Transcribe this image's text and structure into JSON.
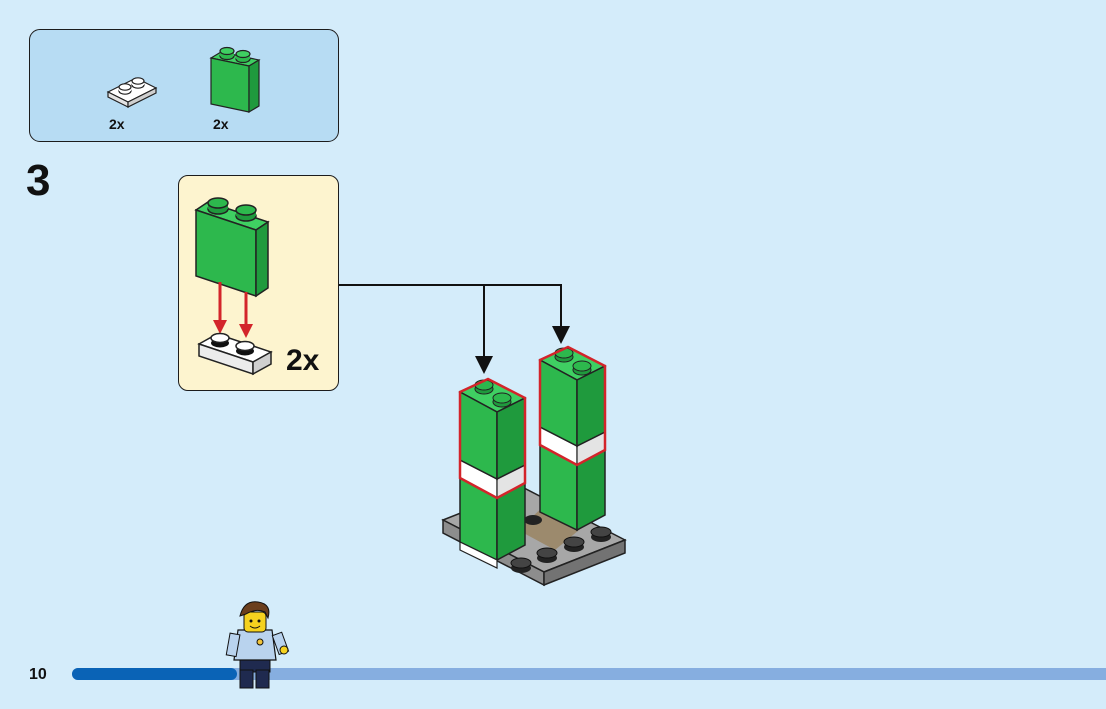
{
  "parts_list": {
    "items": [
      {
        "part": "white-plate-1x2-icon",
        "quantity": "2x"
      },
      {
        "part": "green-brick-1x2x2-icon",
        "quantity": "2x"
      }
    ]
  },
  "step": {
    "number": "3",
    "submodel": {
      "quantity": "2x"
    }
  },
  "footer": {
    "page_number": "10",
    "progress": 0.16
  },
  "colors": {
    "page_background": "#d4ecfa",
    "parts_box": "#b7dcf3",
    "submodel_box": "#fdf4cf",
    "brick_green": "#2db84d",
    "highlight_red": "#d3242a",
    "progress_fill": "#0a63b6",
    "progress_track": "#86aee0"
  }
}
